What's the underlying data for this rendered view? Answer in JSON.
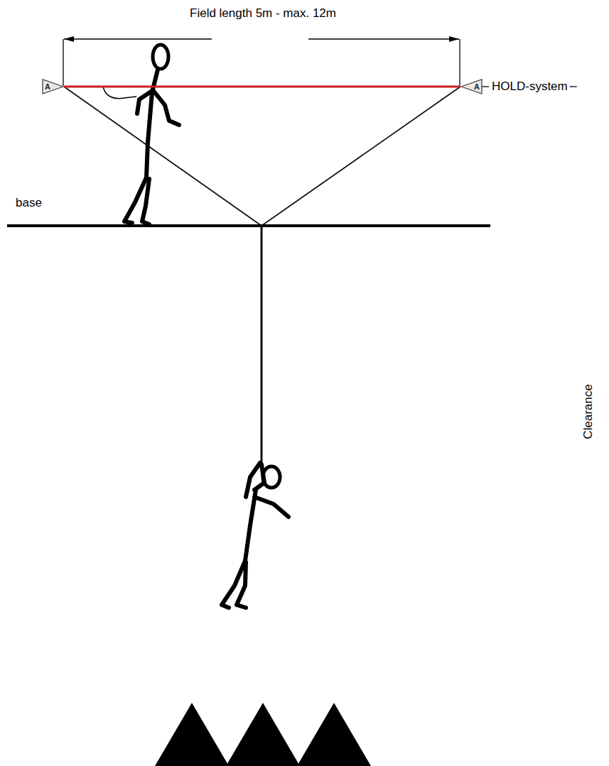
{
  "diagram": {
    "nodes": [
      {
        "text": [
          "A"
        ]
      },
      {
        "text": [
          "A"
        ]
      }
    ],
    "edges": [
      {
        "from": 0,
        "to": 1,
        "arrow": "none"
      }
    ],
    "labels": [
      "Field length 5m - max. 12m",
      "HOLD-system",
      "base",
      "Clearance"
    ]
  }
}
